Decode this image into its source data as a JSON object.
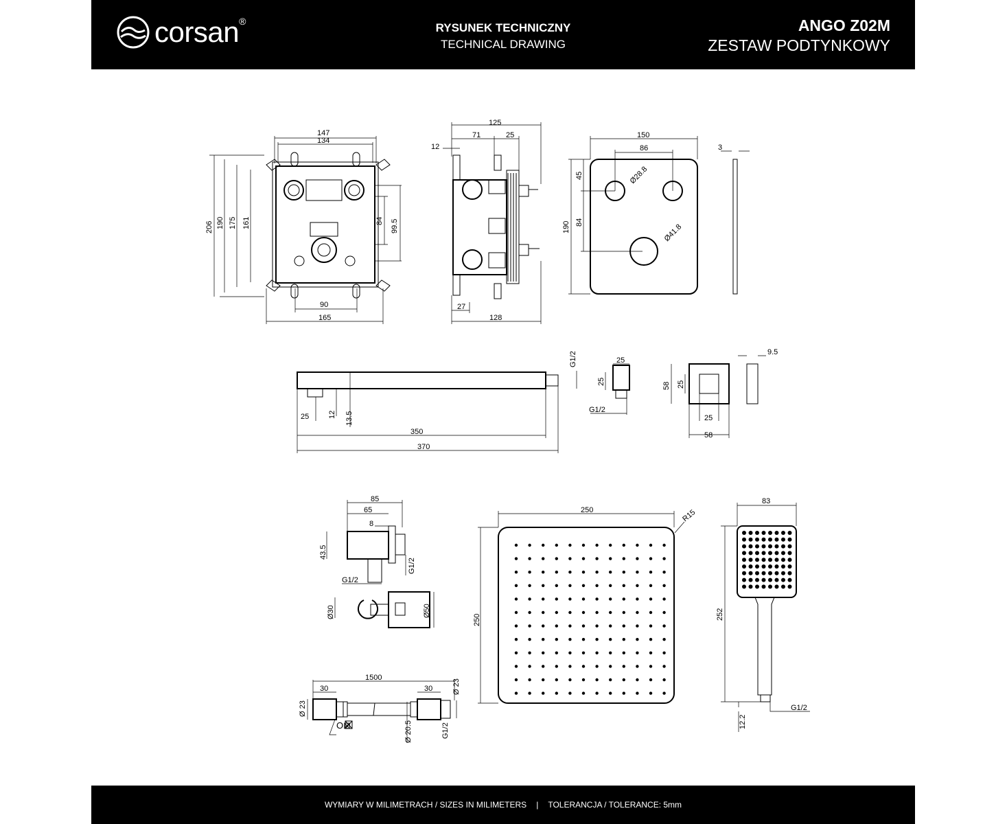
{
  "header": {
    "brand": "corsan",
    "brand_mark": "®",
    "doc_type_pl": "RYSUNEK TECHNICZNY",
    "doc_type_en": "TECHNICAL DRAWING",
    "model": "ANGO Z02M",
    "product": "ZESTAW PODTYNKOWY"
  },
  "footer": {
    "units": "WYMIARY W MILIMETRACH / SIZES IN MILIMETERS",
    "separator": "|",
    "tolerance": "TOLERANCJA / TOLERANCE: 5mm"
  },
  "box_front": {
    "w147": "147",
    "w134": "134",
    "h206": "206",
    "h190": "190",
    "h175": "175",
    "h161": "161",
    "h84": "84",
    "h99_5": "99.5",
    "w90": "90",
    "w165": "165"
  },
  "box_side": {
    "w125": "125",
    "w71": "71",
    "w25": "25",
    "w12": "12",
    "w27": "27",
    "w128": "128"
  },
  "plate": {
    "w150": "150",
    "w86": "86",
    "h45": "45",
    "h84": "84",
    "h190": "190",
    "d28": "Ø28.8",
    "d41": "Ø41.8",
    "t3": "3"
  },
  "arm": {
    "thread": "G1/2",
    "d25": "25",
    "d12": "12",
    "d13_5": "13.5",
    "l350": "350",
    "l370": "370"
  },
  "wall_conn": {
    "w25": "25",
    "h25": "25",
    "thread": "G1/2"
  },
  "escutcheon": {
    "h58": "58",
    "h25": "25",
    "w25": "25",
    "w58": "58",
    "t9_5": "9.5"
  },
  "outlet": {
    "w85": "85",
    "w65": "65",
    "w8": "8",
    "h43_5": "43.5",
    "thread1": "G1/2",
    "thread2": "G1/2",
    "d30": "Ø30",
    "d50": "Ø50"
  },
  "hose": {
    "l1500": "1500",
    "l30a": "30",
    "l30b": "30",
    "d23a": "Ø 23",
    "d23b": "Ø 23",
    "d20_5": "Ø 20.5",
    "thread": "G1/2",
    "symbol": "O⊠"
  },
  "head": {
    "w250": "250",
    "r15": "R15",
    "h250": "250"
  },
  "hand": {
    "w83": "83",
    "h252": "252",
    "thread": "G1/2",
    "d12_2": "12.2"
  }
}
